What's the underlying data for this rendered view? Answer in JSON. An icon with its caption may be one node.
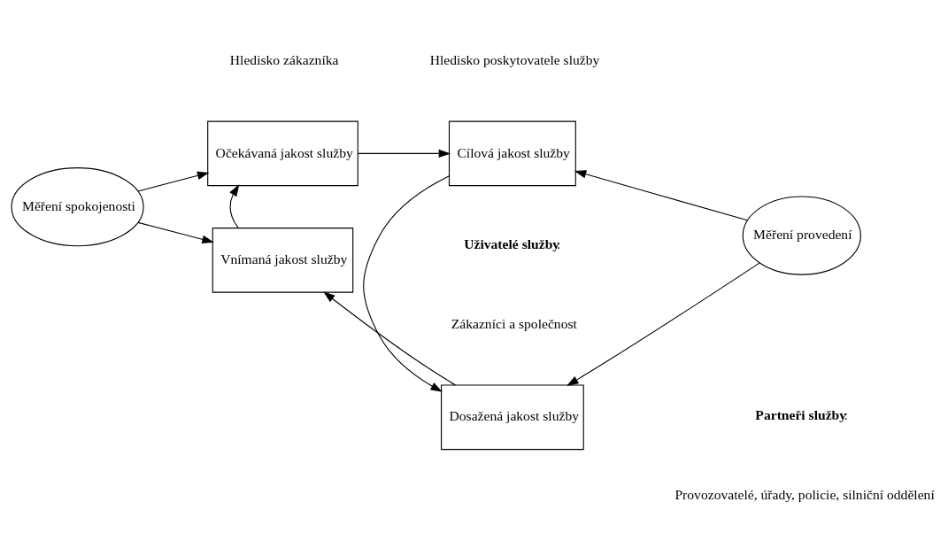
{
  "diagram": {
    "nodes": [
      {
        "text": [
          "Očekávaná jakost služby"
        ]
      },
      {
        "text": [
          "Cílová jakost služby"
        ]
      },
      {
        "text": [
          "Měření spokojenosti"
        ]
      },
      {
        "text": [
          "Měření provedení"
        ]
      },
      {
        "text": [
          "Vnímaná jakost služby"
        ]
      },
      {
        "text": [
          "Dosažená jakost služby"
        ]
      }
    ],
    "edges": [
      {
        "from": 2,
        "to": 0,
        "arrow": "to"
      },
      {
        "from": 2,
        "to": 4,
        "arrow": "to"
      },
      {
        "from": 4,
        "to": 0,
        "arrow": "to"
      },
      {
        "from": 0,
        "to": 1,
        "arrow": "to"
      },
      {
        "from": 1,
        "to": 5,
        "arrow": "to"
      },
      {
        "from": 5,
        "to": 4,
        "arrow": "to"
      },
      {
        "from": 3,
        "to": 1,
        "arrow": "to"
      },
      {
        "from": 3,
        "to": 5,
        "arrow": "to"
      }
    ],
    "labels": [
      "Hledisko zákazníka",
      "Hledisko poskytovatele služby",
      "**Uživatelé služby**:",
      "Zákazníci a společnost",
      "**Partneři služby**:",
      "Provozovatelé, úřady, policie, silniční oddělení"
    ]
  }
}
